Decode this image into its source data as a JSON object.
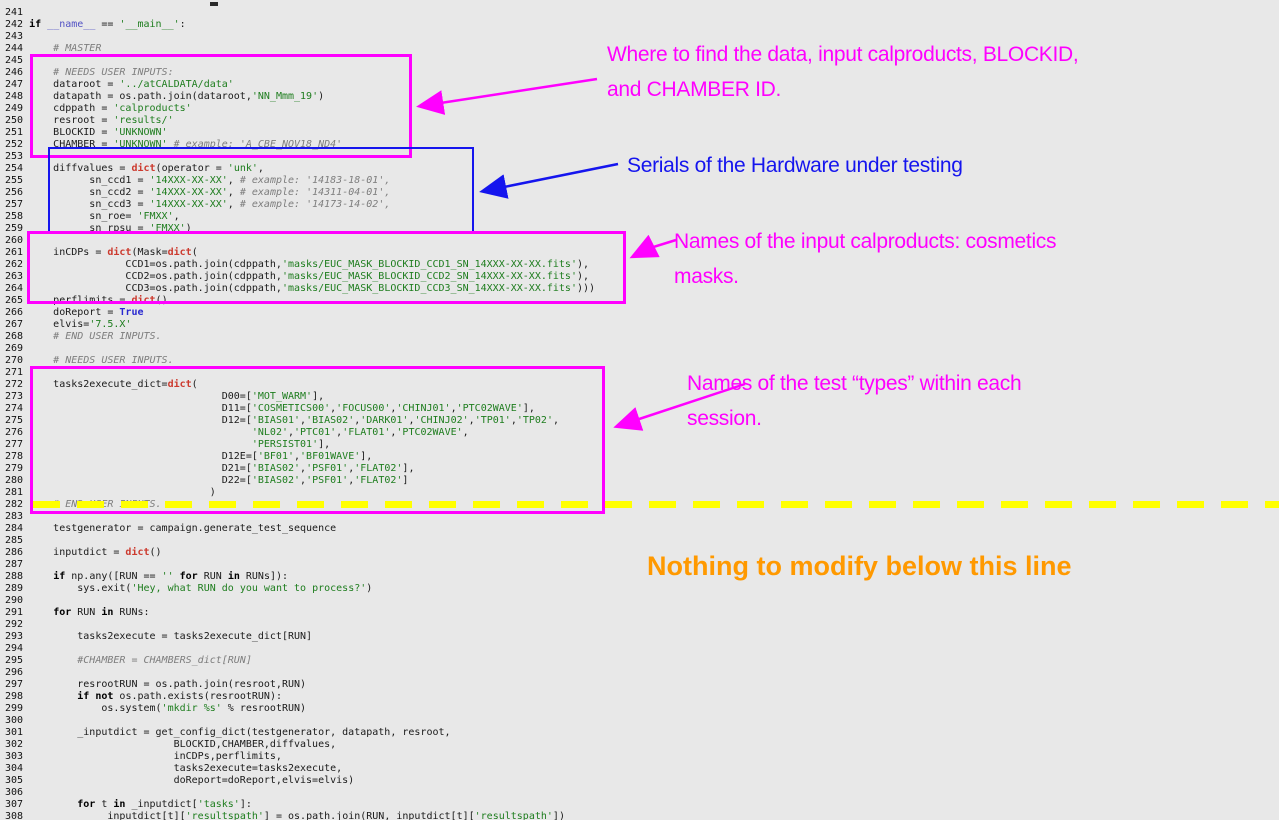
{
  "colors": {
    "background": "#e8e8e8",
    "magenta_annotation": "#ff00ff",
    "blue_annotation": "#1515ee",
    "orange_annotation": "#ff9900",
    "yellow_divider": "#ffff00",
    "code_string": "#1e7d1e",
    "code_comment": "#7d7d7d",
    "code_builtin": "#cc3a2e",
    "code_bool": "#2a2ad0"
  },
  "annotations": {
    "where": "Where to find the data, input calproducts, BLOCKID,\nand CHAMBER ID.",
    "serials": "Serials of the Hardware under testing",
    "incdps": "Names of the input calproducts: cosmetics\nmasks.",
    "tasks": "Names of the test “types” within each\nsession.",
    "nothing": "Nothing to modify below this line"
  },
  "code": {
    "lines": [
      {
        "n": "241",
        "s": []
      },
      {
        "n": "242",
        "s": [
          [
            "kw",
            "if"
          ],
          [
            "pl",
            " "
          ],
          [
            "dn",
            "__name__"
          ],
          [
            "pl",
            " == "
          ],
          [
            "st",
            "'__main__'"
          ],
          [
            "pl",
            ":"
          ]
        ]
      },
      {
        "n": "243",
        "s": []
      },
      {
        "n": "244",
        "s": [
          [
            "cm",
            "    # MASTER"
          ]
        ]
      },
      {
        "n": "245",
        "s": []
      },
      {
        "n": "246",
        "s": [
          [
            "cm",
            "    # NEEDS USER INPUTS:"
          ]
        ]
      },
      {
        "n": "247",
        "s": [
          [
            "pl",
            "    dataroot = "
          ],
          [
            "st",
            "'../atCALDATA/data'"
          ]
        ]
      },
      {
        "n": "248",
        "s": [
          [
            "pl",
            "    datapath = os.path.join(dataroot,"
          ],
          [
            "st",
            "'NN_Mmm_19'"
          ],
          [
            "pl",
            ")"
          ]
        ]
      },
      {
        "n": "249",
        "s": [
          [
            "pl",
            "    cdppath = "
          ],
          [
            "st",
            "'calproducts'"
          ]
        ]
      },
      {
        "n": "250",
        "s": [
          [
            "pl",
            "    resroot = "
          ],
          [
            "st",
            "'results/'"
          ]
        ]
      },
      {
        "n": "251",
        "s": [
          [
            "pl",
            "    BLOCKID = "
          ],
          [
            "st",
            "'UNKNOWN'"
          ]
        ]
      },
      {
        "n": "252",
        "s": [
          [
            "pl",
            "    CHAMBER = "
          ],
          [
            "st",
            "'UNKNOWN'"
          ],
          [
            "pl",
            " "
          ],
          [
            "cm",
            "# example: 'A_CBE_NOV18_ND4'"
          ]
        ]
      },
      {
        "n": "253",
        "s": []
      },
      {
        "n": "254",
        "s": [
          [
            "pl",
            "    diffvalues = "
          ],
          [
            "fn",
            "dict"
          ],
          [
            "pl",
            "(operator = "
          ],
          [
            "st",
            "'unk'"
          ],
          [
            "pl",
            ","
          ]
        ]
      },
      {
        "n": "255",
        "s": [
          [
            "pl",
            "          sn_ccd1 = "
          ],
          [
            "st",
            "'14XXX-XX-XX'"
          ],
          [
            "pl",
            ", "
          ],
          [
            "cm",
            "# example: '14183-18-01',"
          ]
        ]
      },
      {
        "n": "256",
        "s": [
          [
            "pl",
            "          sn_ccd2 = "
          ],
          [
            "st",
            "'14XXX-XX-XX'"
          ],
          [
            "pl",
            ", "
          ],
          [
            "cm",
            "# example: '14311-04-01',"
          ]
        ]
      },
      {
        "n": "257",
        "s": [
          [
            "pl",
            "          sn_ccd3 = "
          ],
          [
            "st",
            "'14XXX-XX-XX'"
          ],
          [
            "pl",
            ", "
          ],
          [
            "cm",
            "# example: '14173-14-02',"
          ]
        ]
      },
      {
        "n": "258",
        "s": [
          [
            "pl",
            "          sn_roe= "
          ],
          [
            "st",
            "'FMXX'"
          ],
          [
            "pl",
            ","
          ]
        ]
      },
      {
        "n": "259",
        "s": [
          [
            "pl",
            "          sn_rpsu = "
          ],
          [
            "st",
            "'FMXX'"
          ],
          [
            "pl",
            ")"
          ]
        ]
      },
      {
        "n": "260",
        "s": []
      },
      {
        "n": "261",
        "s": [
          [
            "pl",
            "    inCDPs = "
          ],
          [
            "fn",
            "dict"
          ],
          [
            "pl",
            "(Mask="
          ],
          [
            "fn",
            "dict"
          ],
          [
            "pl",
            "("
          ]
        ]
      },
      {
        "n": "262",
        "s": [
          [
            "pl",
            "                CCD1=os.path.join(cdppath,"
          ],
          [
            "st",
            "'masks/EUC_MASK_BLOCKID_CCD1_SN_14XXX-XX-XX.fits'"
          ],
          [
            "pl",
            "),"
          ]
        ]
      },
      {
        "n": "263",
        "s": [
          [
            "pl",
            "                CCD2=os.path.join(cdppath,"
          ],
          [
            "st",
            "'masks/EUC_MASK_BLOCKID_CCD2_SN_14XXX-XX-XX.fits'"
          ],
          [
            "pl",
            "),"
          ]
        ]
      },
      {
        "n": "264",
        "s": [
          [
            "pl",
            "                CCD3=os.path.join(cdppath,"
          ],
          [
            "st",
            "'masks/EUC_MASK_BLOCKID_CCD3_SN_14XXX-XX-XX.fits'"
          ],
          [
            "pl",
            ")))"
          ]
        ]
      },
      {
        "n": "265",
        "s": [
          [
            "pl",
            "    perflimits = "
          ],
          [
            "fn",
            "dict"
          ],
          [
            "pl",
            "()"
          ]
        ]
      },
      {
        "n": "266",
        "s": [
          [
            "pl",
            "    doReport = "
          ],
          [
            "tr",
            "True"
          ]
        ]
      },
      {
        "n": "267",
        "s": [
          [
            "pl",
            "    elvis="
          ],
          [
            "st",
            "'7.5.X'"
          ]
        ]
      },
      {
        "n": "268",
        "s": [
          [
            "cm",
            "    # END USER INPUTS."
          ]
        ]
      },
      {
        "n": "269",
        "s": []
      },
      {
        "n": "270",
        "s": [
          [
            "cm",
            "    # NEEDS USER INPUTS."
          ]
        ]
      },
      {
        "n": "271",
        "s": []
      },
      {
        "n": "272",
        "s": [
          [
            "pl",
            "    tasks2execute_dict="
          ],
          [
            "fn",
            "dict"
          ],
          [
            "pl",
            "("
          ]
        ]
      },
      {
        "n": "273",
        "s": [
          [
            "pl",
            "                                D00=["
          ],
          [
            "st",
            "'MOT_WARM'"
          ],
          [
            "pl",
            "],"
          ]
        ]
      },
      {
        "n": "274",
        "s": [
          [
            "pl",
            "                                D11=["
          ],
          [
            "st",
            "'COSMETICS00'"
          ],
          [
            "pl",
            ","
          ],
          [
            "st",
            "'FOCUS00'"
          ],
          [
            "pl",
            ","
          ],
          [
            "st",
            "'CHINJ01'"
          ],
          [
            "pl",
            ","
          ],
          [
            "st",
            "'PTC02WAVE'"
          ],
          [
            "pl",
            "],"
          ]
        ]
      },
      {
        "n": "275",
        "s": [
          [
            "pl",
            "                                D12=["
          ],
          [
            "st",
            "'BIAS01'"
          ],
          [
            "pl",
            ","
          ],
          [
            "st",
            "'BIAS02'"
          ],
          [
            "pl",
            ","
          ],
          [
            "st",
            "'DARK01'"
          ],
          [
            "pl",
            ","
          ],
          [
            "st",
            "'CHINJ02'"
          ],
          [
            "pl",
            ","
          ],
          [
            "st",
            "'TP01'"
          ],
          [
            "pl",
            ","
          ],
          [
            "st",
            "'TP02'"
          ],
          [
            "pl",
            ","
          ]
        ]
      },
      {
        "n": "276",
        "s": [
          [
            "pl",
            "                                     "
          ],
          [
            "st",
            "'NL02'"
          ],
          [
            "pl",
            ","
          ],
          [
            "st",
            "'PTC01'"
          ],
          [
            "pl",
            ","
          ],
          [
            "st",
            "'FLAT01'"
          ],
          [
            "pl",
            ","
          ],
          [
            "st",
            "'PTC02WAVE'"
          ],
          [
            "pl",
            ","
          ]
        ]
      },
      {
        "n": "277",
        "s": [
          [
            "pl",
            "                                     "
          ],
          [
            "st",
            "'PERSIST01'"
          ],
          [
            "pl",
            "],"
          ]
        ]
      },
      {
        "n": "278",
        "s": [
          [
            "pl",
            "                                D12E=["
          ],
          [
            "st",
            "'BF01'"
          ],
          [
            "pl",
            ","
          ],
          [
            "st",
            "'BF01WAVE'"
          ],
          [
            "pl",
            "],"
          ]
        ]
      },
      {
        "n": "279",
        "s": [
          [
            "pl",
            "                                D21=["
          ],
          [
            "st",
            "'BIAS02'"
          ],
          [
            "pl",
            ","
          ],
          [
            "st",
            "'PSF01'"
          ],
          [
            "pl",
            ","
          ],
          [
            "st",
            "'FLAT02'"
          ],
          [
            "pl",
            "],"
          ]
        ]
      },
      {
        "n": "280",
        "s": [
          [
            "pl",
            "                                D22=["
          ],
          [
            "st",
            "'BIAS02'"
          ],
          [
            "pl",
            ","
          ],
          [
            "st",
            "'PSF01'"
          ],
          [
            "pl",
            ","
          ],
          [
            "st",
            "'FLAT02'"
          ],
          [
            "pl",
            "]"
          ]
        ]
      },
      {
        "n": "281",
        "s": [
          [
            "pl",
            "                              )"
          ]
        ]
      },
      {
        "n": "282",
        "s": [
          [
            "cm",
            "    # END USER INPUTS."
          ]
        ]
      },
      {
        "n": "283",
        "s": []
      },
      {
        "n": "284",
        "s": [
          [
            "pl",
            "    testgenerator = campaign.generate_test_sequence"
          ]
        ]
      },
      {
        "n": "285",
        "s": []
      },
      {
        "n": "286",
        "s": [
          [
            "pl",
            "    inputdict = "
          ],
          [
            "fn",
            "dict"
          ],
          [
            "pl",
            "()"
          ]
        ]
      },
      {
        "n": "287",
        "s": []
      },
      {
        "n": "288",
        "s": [
          [
            "pl",
            "    "
          ],
          [
            "kw",
            "if"
          ],
          [
            "pl",
            " np.any([RUN == "
          ],
          [
            "st",
            "''"
          ],
          [
            "pl",
            " "
          ],
          [
            "kw",
            "for"
          ],
          [
            "pl",
            " RUN "
          ],
          [
            "kw",
            "in"
          ],
          [
            "pl",
            " RUNs]):"
          ]
        ]
      },
      {
        "n": "289",
        "s": [
          [
            "pl",
            "        sys.exit("
          ],
          [
            "st",
            "'Hey, what RUN do you want to process?'"
          ],
          [
            "pl",
            ")"
          ]
        ]
      },
      {
        "n": "290",
        "s": []
      },
      {
        "n": "291",
        "s": [
          [
            "pl",
            "    "
          ],
          [
            "kw",
            "for"
          ],
          [
            "pl",
            " RUN "
          ],
          [
            "kw",
            "in"
          ],
          [
            "pl",
            " RUNs:"
          ]
        ]
      },
      {
        "n": "292",
        "s": []
      },
      {
        "n": "293",
        "s": [
          [
            "pl",
            "        tasks2execute = tasks2execute_dict[RUN]"
          ]
        ]
      },
      {
        "n": "294",
        "s": []
      },
      {
        "n": "295",
        "s": [
          [
            "cm",
            "        #CHAMBER = CHAMBERS_dict[RUN]"
          ]
        ]
      },
      {
        "n": "296",
        "s": []
      },
      {
        "n": "297",
        "s": [
          [
            "pl",
            "        resrootRUN = os.path.join(resroot,RUN)"
          ]
        ]
      },
      {
        "n": "298",
        "s": [
          [
            "pl",
            "        "
          ],
          [
            "kw",
            "if"
          ],
          [
            "pl",
            " "
          ],
          [
            "kw",
            "not"
          ],
          [
            "pl",
            " os.path.exists(resrootRUN):"
          ]
        ]
      },
      {
        "n": "299",
        "s": [
          [
            "pl",
            "            os.system("
          ],
          [
            "st",
            "'mkdir %s'"
          ],
          [
            "pl",
            " % resrootRUN)"
          ]
        ]
      },
      {
        "n": "300",
        "s": []
      },
      {
        "n": "301",
        "s": [
          [
            "pl",
            "        _inputdict = get_config_dict(testgenerator, datapath, resroot,"
          ]
        ]
      },
      {
        "n": "302",
        "s": [
          [
            "pl",
            "                        BLOCKID,CHAMBER,diffvalues,"
          ]
        ]
      },
      {
        "n": "303",
        "s": [
          [
            "pl",
            "                        inCDPs,perflimits,"
          ]
        ]
      },
      {
        "n": "304",
        "s": [
          [
            "pl",
            "                        tasks2execute=tasks2execute,"
          ]
        ]
      },
      {
        "n": "305",
        "s": [
          [
            "pl",
            "                        doReport=doReport,elvis=elvis)"
          ]
        ]
      },
      {
        "n": "306",
        "s": []
      },
      {
        "n": "307",
        "s": [
          [
            "pl",
            "        "
          ],
          [
            "kw",
            "for"
          ],
          [
            "pl",
            " t "
          ],
          [
            "kw",
            "in"
          ],
          [
            "pl",
            " _inputdict["
          ],
          [
            "st",
            "'tasks'"
          ],
          [
            "pl",
            "]:"
          ]
        ]
      },
      {
        "n": "308",
        "s": [
          [
            "pl",
            "            _inputdict[t]["
          ],
          [
            "st",
            "'resultspath'"
          ],
          [
            "pl",
            "] = os.path.join(RUN,_inputdict[t]["
          ],
          [
            "st",
            "'resultspath'"
          ],
          [
            "pl",
            "])"
          ]
        ]
      }
    ]
  }
}
